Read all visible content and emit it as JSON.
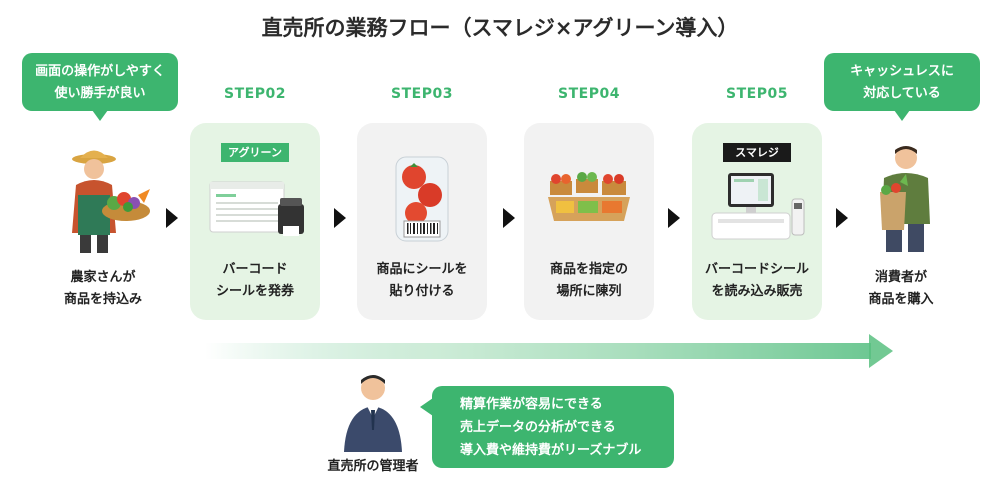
{
  "title": "直売所の業務フロー（スマレジ×アグリーン導入）",
  "farmer": {
    "bubble_line1": "画面の操作がしやすく",
    "bubble_line2": "使い勝手が良い",
    "caption_line1": "農家さんが",
    "caption_line2": "商品を持込み"
  },
  "steps": [
    {
      "label": "STEP02",
      "tag": "アグリーン",
      "line1": "バーコード",
      "line2": "シールを発券"
    },
    {
      "label": "STEP03",
      "line1": "商品にシールを",
      "line2": "貼り付ける"
    },
    {
      "label": "STEP04",
      "line1": "商品を指定の",
      "line2": "場所に陳列"
    },
    {
      "label": "STEP05",
      "tag": "スマレジ",
      "line1": "バーコードシール",
      "line2": "を読み込み販売"
    }
  ],
  "consumer": {
    "bubble_line1": "キャッシュレスに",
    "bubble_line2": "対応している",
    "caption_line1": "消費者が",
    "caption_line2": "商品を購入"
  },
  "manager": {
    "caption": "直売所の管理者",
    "benefits": [
      "精算作業が容易にできる",
      "売上データの分析ができる",
      "導入費や維持費がリーズナブル"
    ]
  },
  "colors": {
    "accent": "#3db56f",
    "card_green": "#e5f4e4",
    "card_gray": "#f2f2f2"
  },
  "icons": [
    "farmer-icon",
    "label-printer-icon",
    "tomato-pack-icon",
    "produce-crate-icon",
    "pos-register-icon",
    "consumer-icon",
    "manager-icon",
    "chevron-right-icon",
    "flow-arrow-icon"
  ]
}
